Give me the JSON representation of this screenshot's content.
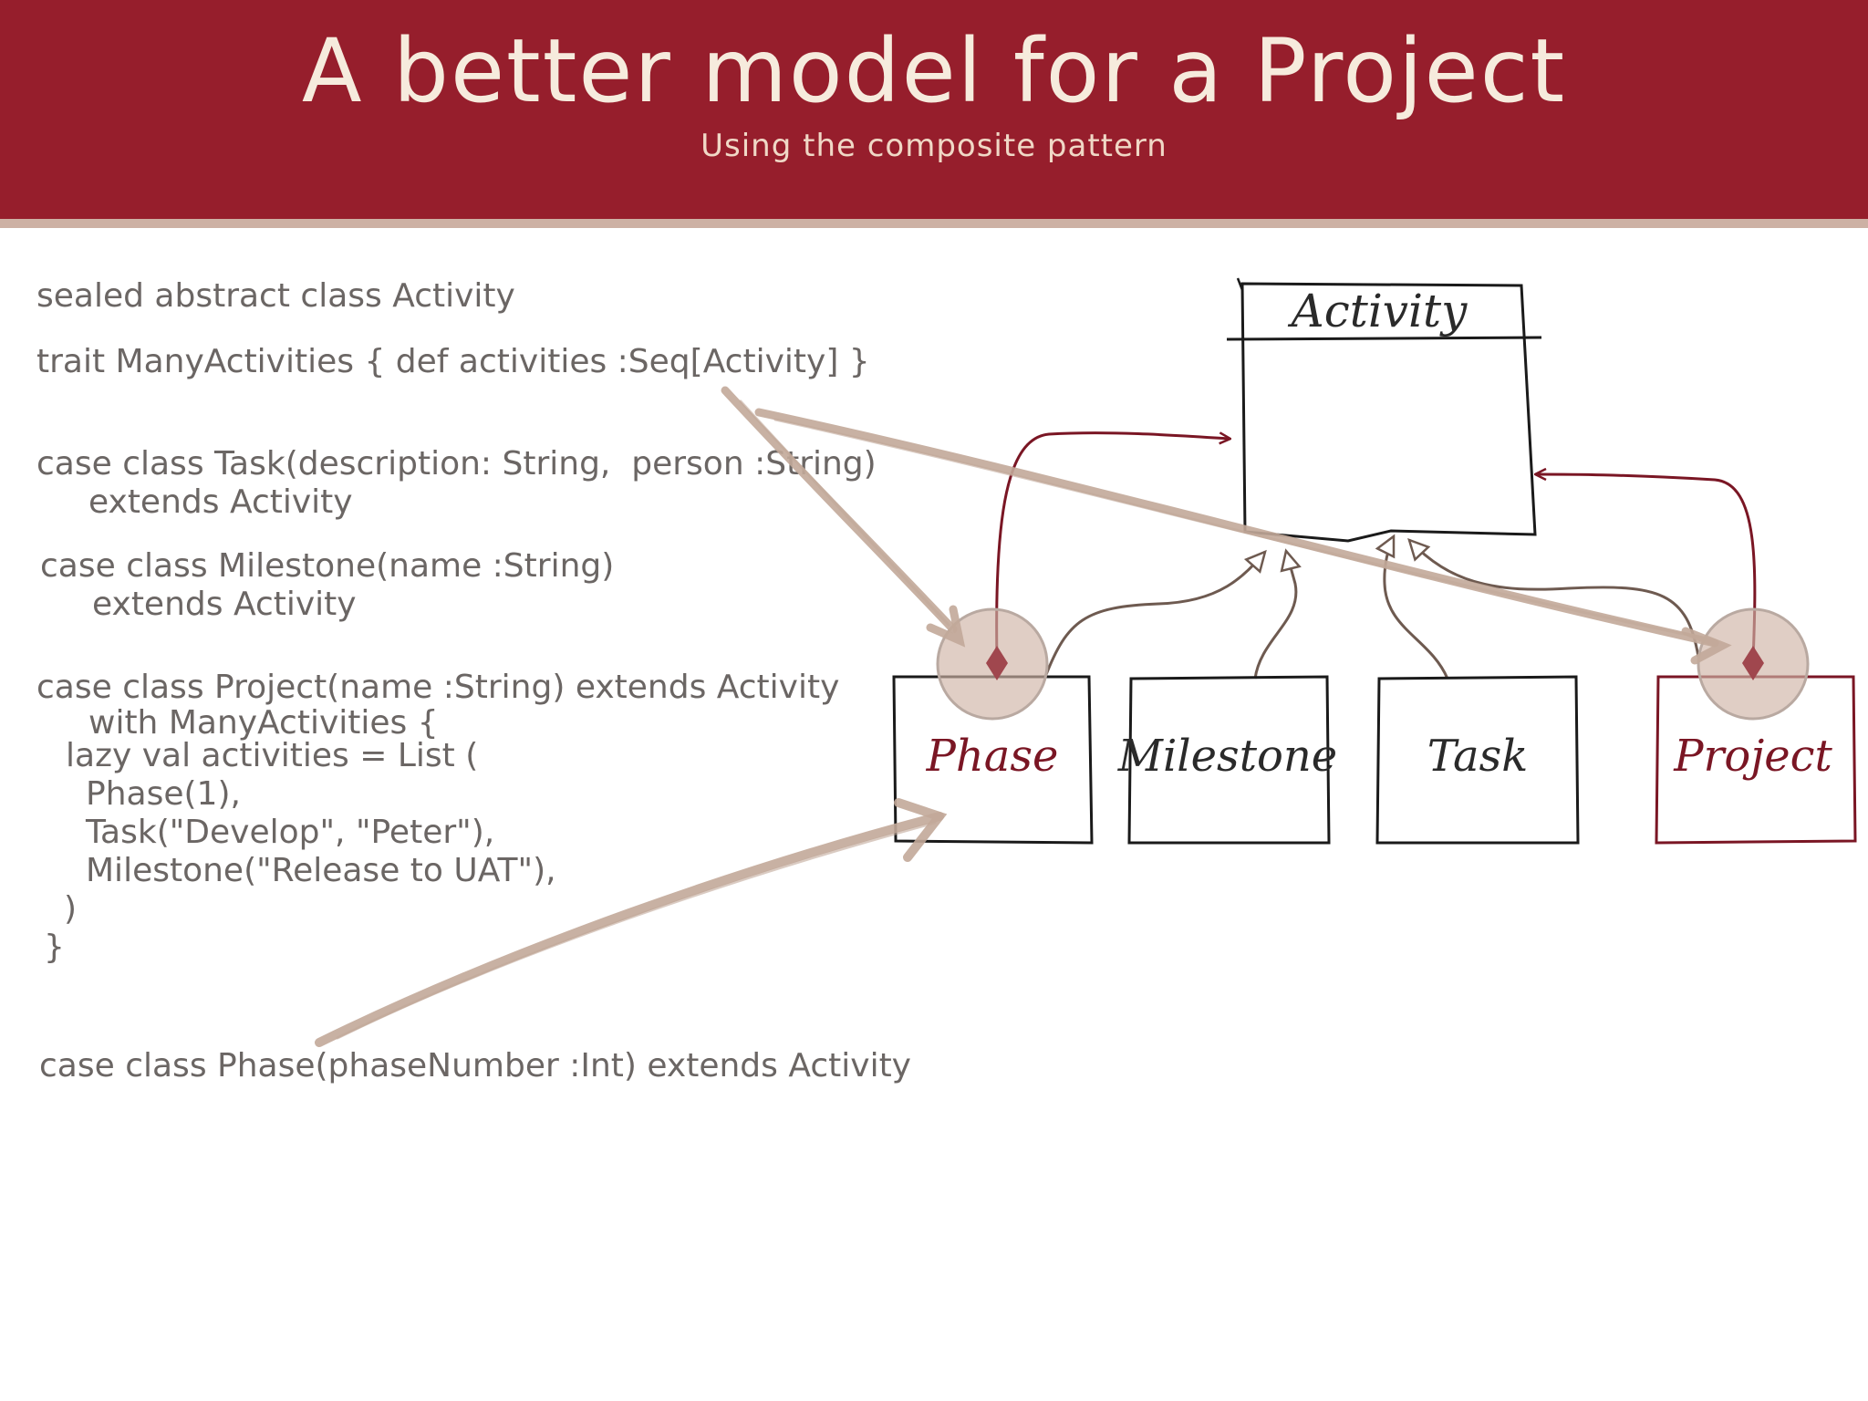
{
  "header": {
    "title": "A better model for a Project",
    "subtitle": "Using the composite pattern"
  },
  "code": {
    "line1": "sealed abstract class Activity",
    "line2": "trait ManyActivities { def activities :Seq[Activity] }",
    "line3": "case class Task(description: String,  person :String)",
    "line4": "extends Activity",
    "line5": "case class Milestone(name :String)",
    "line6": "extends Activity",
    "line7": "case class Project(name :String) extends Activity",
    "line8": "with ManyActivities {",
    "line9": "lazy val activities = List (",
    "line10": "Phase(1),",
    "line11": "Task(\"Develop\", \"Peter\"),",
    "line12": "Milestone(\"Release to UAT\"),",
    "line13": ")",
    "line14": "}",
    "line15": "case class Phase(phaseNumber :Int) extends Activity"
  },
  "diagram": {
    "activity_label": "Activity",
    "phase_label": "Phase",
    "milestone_label": "Milestone",
    "task_label": "Task",
    "project_label": "Project"
  },
  "colors": {
    "header": "#961e2c",
    "header_rule": "#cdb1a4",
    "title_text": "#f6ebdd",
    "code_text": "#6b6664",
    "composition": "#7a1624",
    "highlight_arrow": "#c2a899",
    "generalization": "#6e5a50"
  }
}
